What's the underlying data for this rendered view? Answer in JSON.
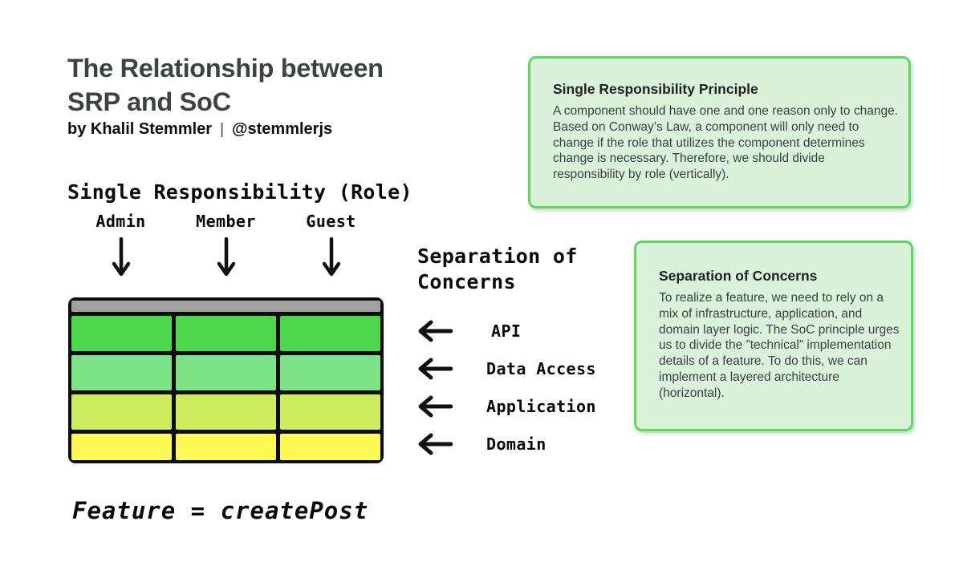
{
  "header": {
    "title": "The Relationship between SRP and SoC",
    "byline_name": "by Khalil Stemmler",
    "byline_separator": "|",
    "byline_handle": "@stemmlerjs"
  },
  "srp": {
    "heading": "Single Responsibility (Role)",
    "roles": [
      "Admin",
      "Member",
      "Guest"
    ]
  },
  "soc": {
    "heading_line1": "Separation of",
    "heading_line2": "Concerns",
    "layers": [
      "API",
      "Data Access",
      "Application",
      "Domain"
    ]
  },
  "feature": {
    "caption": "Feature = createPost"
  },
  "cards": [
    {
      "title": "Single Responsibility Principle",
      "body": "A component should have one and one reason only to change. Based on Conway’s Law, a component will only need to change if the role that utilizes the component determines change is necessary. Therefore, we should divide responsibility by role (vertically)."
    },
    {
      "title": "Separation of Concerns",
      "body": "To realize a feature, we need to rely on a mix of infrastructure, application, and domain layer logic. The SoC principle urges us to divide the ”technical” implementation details of a feature. To do this, we can implement a layered architecture (horizontal)."
    }
  ],
  "colors": {
    "table_header": "#a2a2a3",
    "layer_rows": [
      "#4dd74d",
      "#7ee287",
      "#cfeb60",
      "#fdf955"
    ],
    "card_background": "#d9f2d9",
    "card_border": "#5ed763",
    "title_text": "#3f4245",
    "card_body_text": "#3c4043"
  }
}
